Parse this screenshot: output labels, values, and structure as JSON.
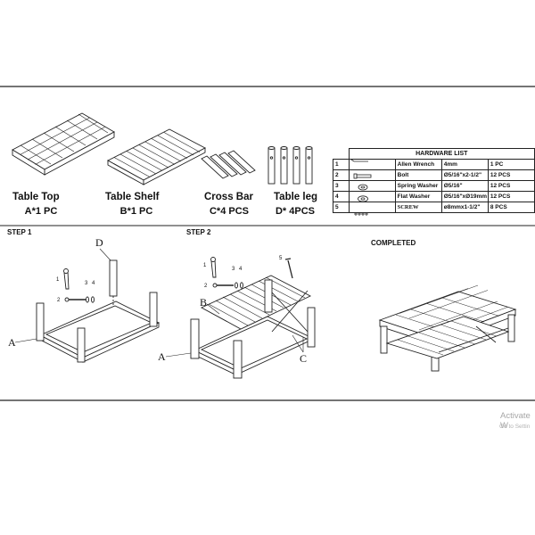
{
  "parts": [
    {
      "name": "Table Top",
      "qty": "A*1 PC"
    },
    {
      "name": "Table Shelf",
      "qty": "B*1 PC"
    },
    {
      "name": "Cross Bar",
      "qty": "C*4 PCS"
    },
    {
      "name": "Table leg",
      "qty": "D* 4PCS"
    }
  ],
  "hardware": {
    "title": "HARDWARE   LIST",
    "rows": [
      {
        "no": "1",
        "icon": "allen-wrench-icon",
        "name": "Allen Wrench",
        "size": "4mm",
        "qty": "1 PC"
      },
      {
        "no": "2",
        "icon": "bolt-icon",
        "name": "Bolt",
        "size": "Ø5/16\"x2-1/2\"",
        "qty": "12 PCS"
      },
      {
        "no": "3",
        "icon": "spring-washer-icon",
        "name": "Spring Washer",
        "size": "Ø5/16\"",
        "qty": "12 PCS"
      },
      {
        "no": "4",
        "icon": "flat-washer-icon",
        "name": "Flat Washer",
        "size": "Ø5/16\"xØ19mm",
        "qty": "12 PCS"
      },
      {
        "no": "5",
        "icon": "screw-icon",
        "name": "SCREW",
        "size": "ø8mmx1-1/2\"",
        "qty": "8 PCS"
      }
    ]
  },
  "steps": {
    "step1": {
      "title": "STEP 1",
      "callouts": {
        "leg": "D",
        "frame": "A"
      },
      "hardware_numbers": [
        "1",
        "2",
        "3",
        "4"
      ]
    },
    "step2": {
      "title": "STEP 2",
      "callouts": {
        "shelf": "B",
        "frame": "A",
        "crossbar": "C"
      },
      "hardware_numbers": [
        "1",
        "2",
        "3",
        "4",
        "5"
      ]
    },
    "completed": {
      "title": "COMPLETED"
    }
  },
  "watermark": {
    "line1": "Activate W",
    "line2": "Go to Settin"
  }
}
